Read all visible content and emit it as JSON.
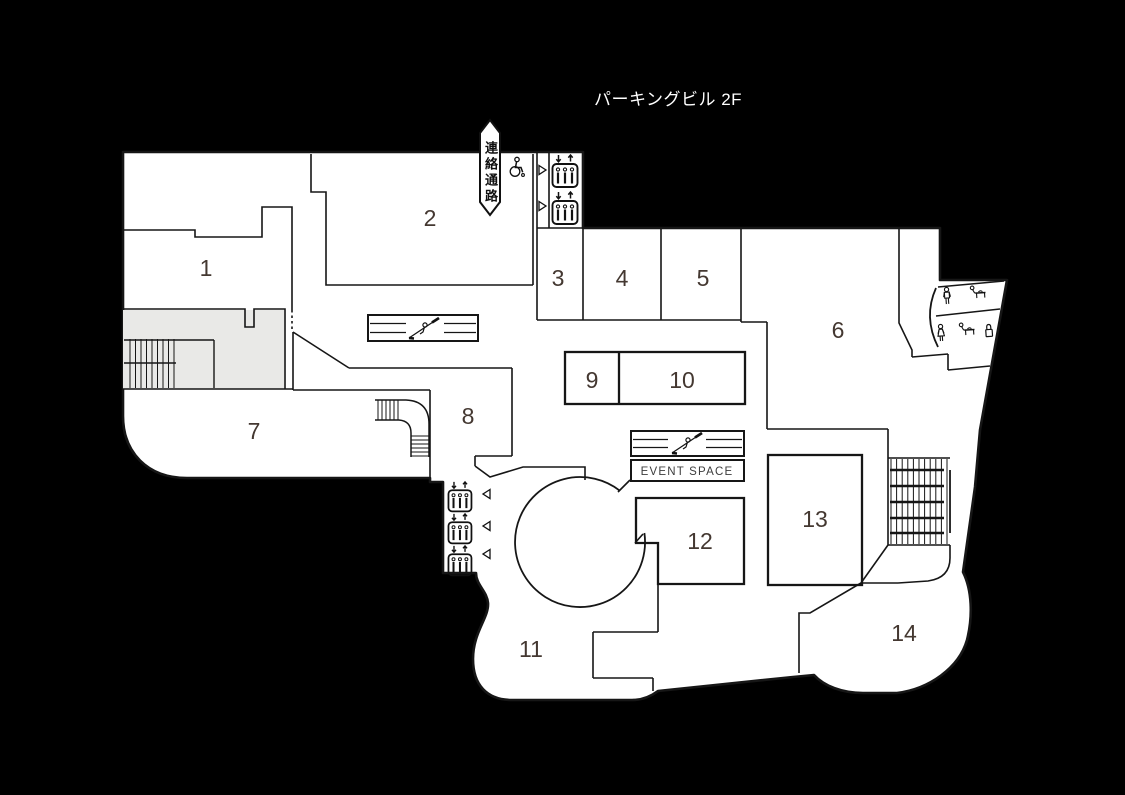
{
  "title": "パーキングビル 2F",
  "signs": {
    "corridor_sign": "連絡通路",
    "event_space": "EVENT SPACE"
  },
  "rooms": [
    "1",
    "2",
    "3",
    "4",
    "5",
    "6",
    "7",
    "8",
    "9",
    "10",
    "11",
    "12",
    "13",
    "14"
  ],
  "icons": {
    "elevator": "elevator-icon",
    "elevator_direction_right": "triangle-right-icon",
    "elevator_direction_left": "triangle-left-icon",
    "escalator": "escalator-icon",
    "wheelchair": "wheelchair-accessible-icon",
    "stairs": "stairs-icon",
    "mens_restroom": "mens-toilet-icon",
    "womens_restroom": "womens-toilet-icon",
    "baby_changing": "baby-changing-icon",
    "locker": "locker-icon",
    "atrium": "atrium-circle"
  },
  "colors": {
    "background": "#000000",
    "floor": "#ffffff",
    "wall": "#161616",
    "stairs_fill": "#e9e9e7",
    "label": "#443831",
    "title_text": "#ffffff"
  }
}
